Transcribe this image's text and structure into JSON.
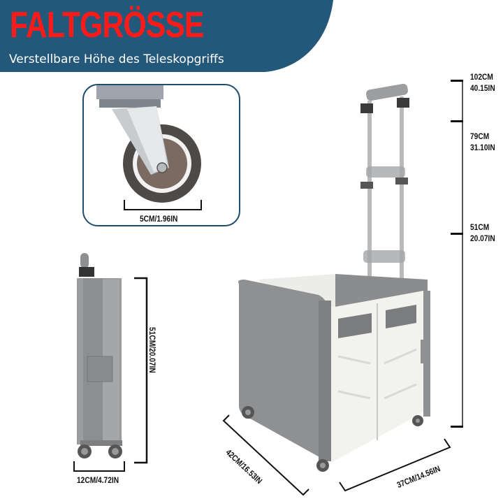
{
  "header": {
    "title": "FALTGRÖSSE",
    "subtitle": "Verstellbare Höhe des Teleskopgriffs",
    "banner_color": "#24587A",
    "title_color": "#FF1A1A"
  },
  "wheel_detail": {
    "label": "5CM/1.96IN",
    "border_color": "#1F4E6A"
  },
  "folded_view": {
    "height_label": "51CM/20.07IN",
    "width_label": "12CM/4.72IN"
  },
  "height_ruler": {
    "marks": [
      {
        "cm": "102CM",
        "in": "40.15IN"
      },
      {
        "cm": "79CM",
        "in": "31.10IN"
      },
      {
        "cm": "51CM",
        "in": "20.07IN"
      }
    ]
  },
  "base_dimensions": {
    "depth_label": "42CM/16.53IN",
    "width_label": "37CM/14.56IN"
  },
  "colors": {
    "cart_gray": "#8E9092",
    "cart_white": "#F2F2EE",
    "ruler": "#111111"
  }
}
